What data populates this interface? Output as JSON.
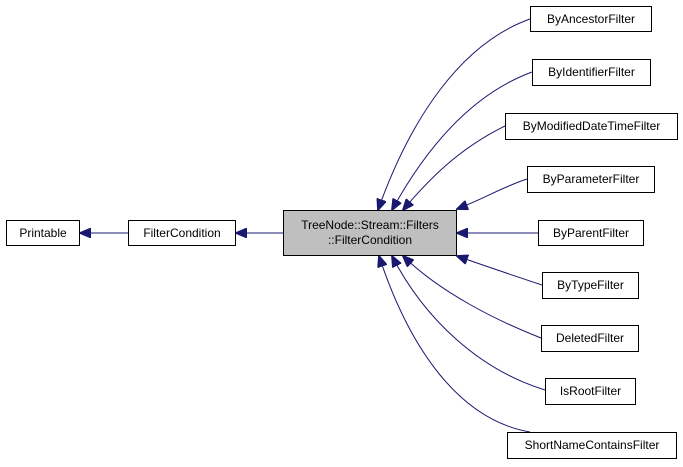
{
  "colors": {
    "edge": "#191970",
    "focus_fill": "#bfbfbf",
    "node_border": "#000000",
    "node_fill": "#ffffff"
  },
  "nodes": {
    "printable": "Printable",
    "filter_condition": "FilterCondition",
    "focus_line1": "TreeNode::Stream::Filters",
    "focus_line2": "::FilterCondition",
    "by_ancestor_filter": "ByAncestorFilter",
    "by_identifier_filter": "ByIdentifierFilter",
    "by_modified_date_time_filter": "ByModifiedDateTimeFilter",
    "by_parameter_filter": "ByParameterFilter",
    "by_parent_filter": "ByParentFilter",
    "by_type_filter": "ByTypeFilter",
    "deleted_filter": "DeletedFilter",
    "is_root_filter": "IsRootFilter",
    "short_name_contains_filter": "ShortNameContainsFilter"
  }
}
